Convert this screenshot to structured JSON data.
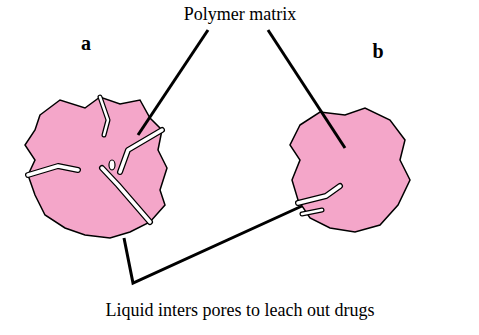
{
  "diagram": {
    "labels": [
      "Polymer matrix",
      "a",
      "b",
      "Liquid inters pores to leach out drugs"
    ]
  }
}
